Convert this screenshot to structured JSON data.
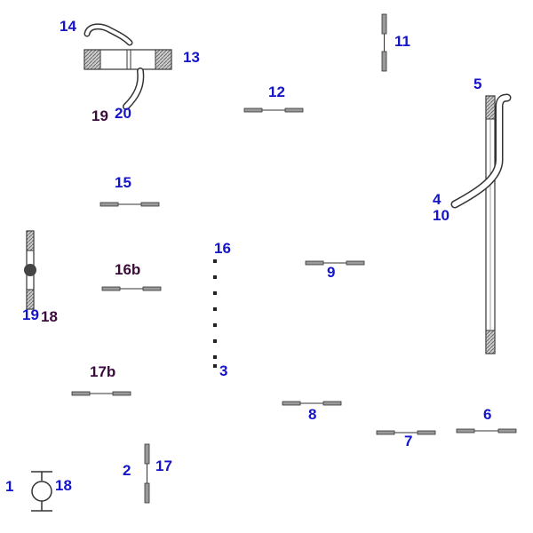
{
  "colors": {
    "label_blue": "#1414c8",
    "label_maroon": "#3c0a3c",
    "part_stroke": "#333333",
    "cap_fill": "#9a9a9a",
    "background": "#ffffff"
  },
  "labels": {
    "l1": "1",
    "l2": "2",
    "l3": "3",
    "l4": "4",
    "l5": "5",
    "l6": "6",
    "l7": "7",
    "l8": "8",
    "l9": "9",
    "l10": "10",
    "l11": "11",
    "l12": "12",
    "l13": "13",
    "l14": "14",
    "l15": "15",
    "l16": "16",
    "l16b": "16b",
    "l17": "17",
    "l17b": "17b",
    "l18_left": "18",
    "l18_bottom": "18",
    "l19_top": "19",
    "l19_left": "19",
    "l20": "20"
  }
}
